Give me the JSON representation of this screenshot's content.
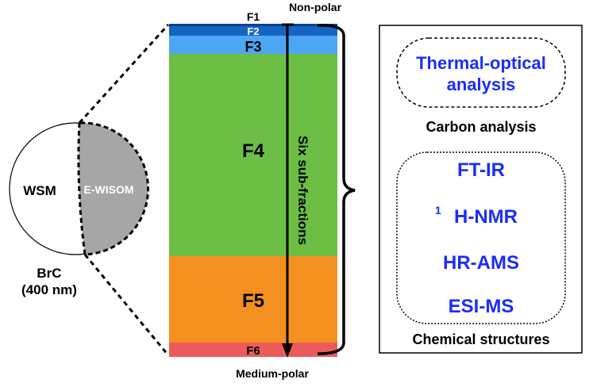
{
  "circle": {
    "wsm_label": "WSM",
    "ewisom_label": "E-WISOM",
    "caption_line1": "BrC",
    "caption_line2": "(400 nm)"
  },
  "fractions": [
    {
      "label": "F1",
      "color": "#0b3f95"
    },
    {
      "label": "F2",
      "color": "#1565c0"
    },
    {
      "label": "F3",
      "color": "#4da6f5"
    },
    {
      "label": "F4",
      "color": "#6cbf44"
    },
    {
      "label": "F5",
      "color": "#f39020"
    },
    {
      "label": "F6",
      "color": "#ec5a5a"
    }
  ],
  "polarity": {
    "top": "Non-polar",
    "bottom": "Medium-polar"
  },
  "arrow_label": "Six sub-fractions",
  "analysis": {
    "carbon_method_line1": "Thermal-optical",
    "carbon_method_line2": "analysis",
    "carbon_caption": "Carbon analysis",
    "methods": [
      "FT-IR",
      "H-NMR",
      "HR-AMS",
      "ESI-MS"
    ],
    "nmr_superscript": "1",
    "chemical_caption": "Chemical structures",
    "method_color": "#1a2cff"
  }
}
